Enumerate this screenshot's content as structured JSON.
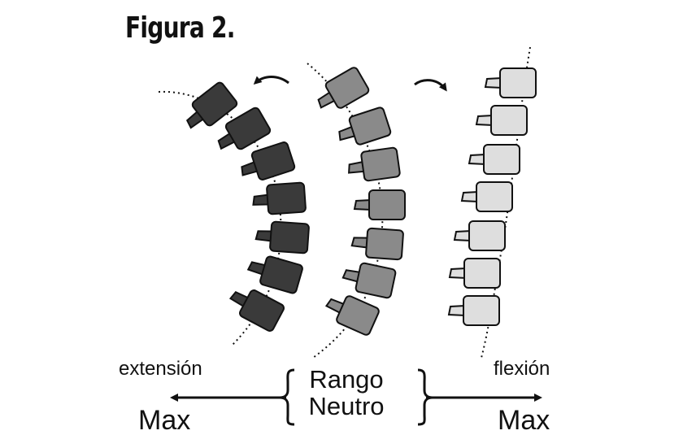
{
  "figure": {
    "title": "Figura 2.",
    "labels": {
      "extension": "extensión",
      "flexion": "flexión",
      "neutral": "Rango Neutro",
      "max_left": "Max",
      "max_right": "Max"
    },
    "colors": {
      "extension_vertebrae": "#3a3a3a",
      "neutral_vertebrae": "#8a8a8a",
      "flexion_vertebrae": "#dedede",
      "outline": "#111111"
    },
    "vertebrae_per_column": 7,
    "icons": [
      "rotate-left-arrow-icon",
      "rotate-right-arrow-icon",
      "arrow-left-icon",
      "arrow-right-icon",
      "brace-icon"
    ]
  }
}
